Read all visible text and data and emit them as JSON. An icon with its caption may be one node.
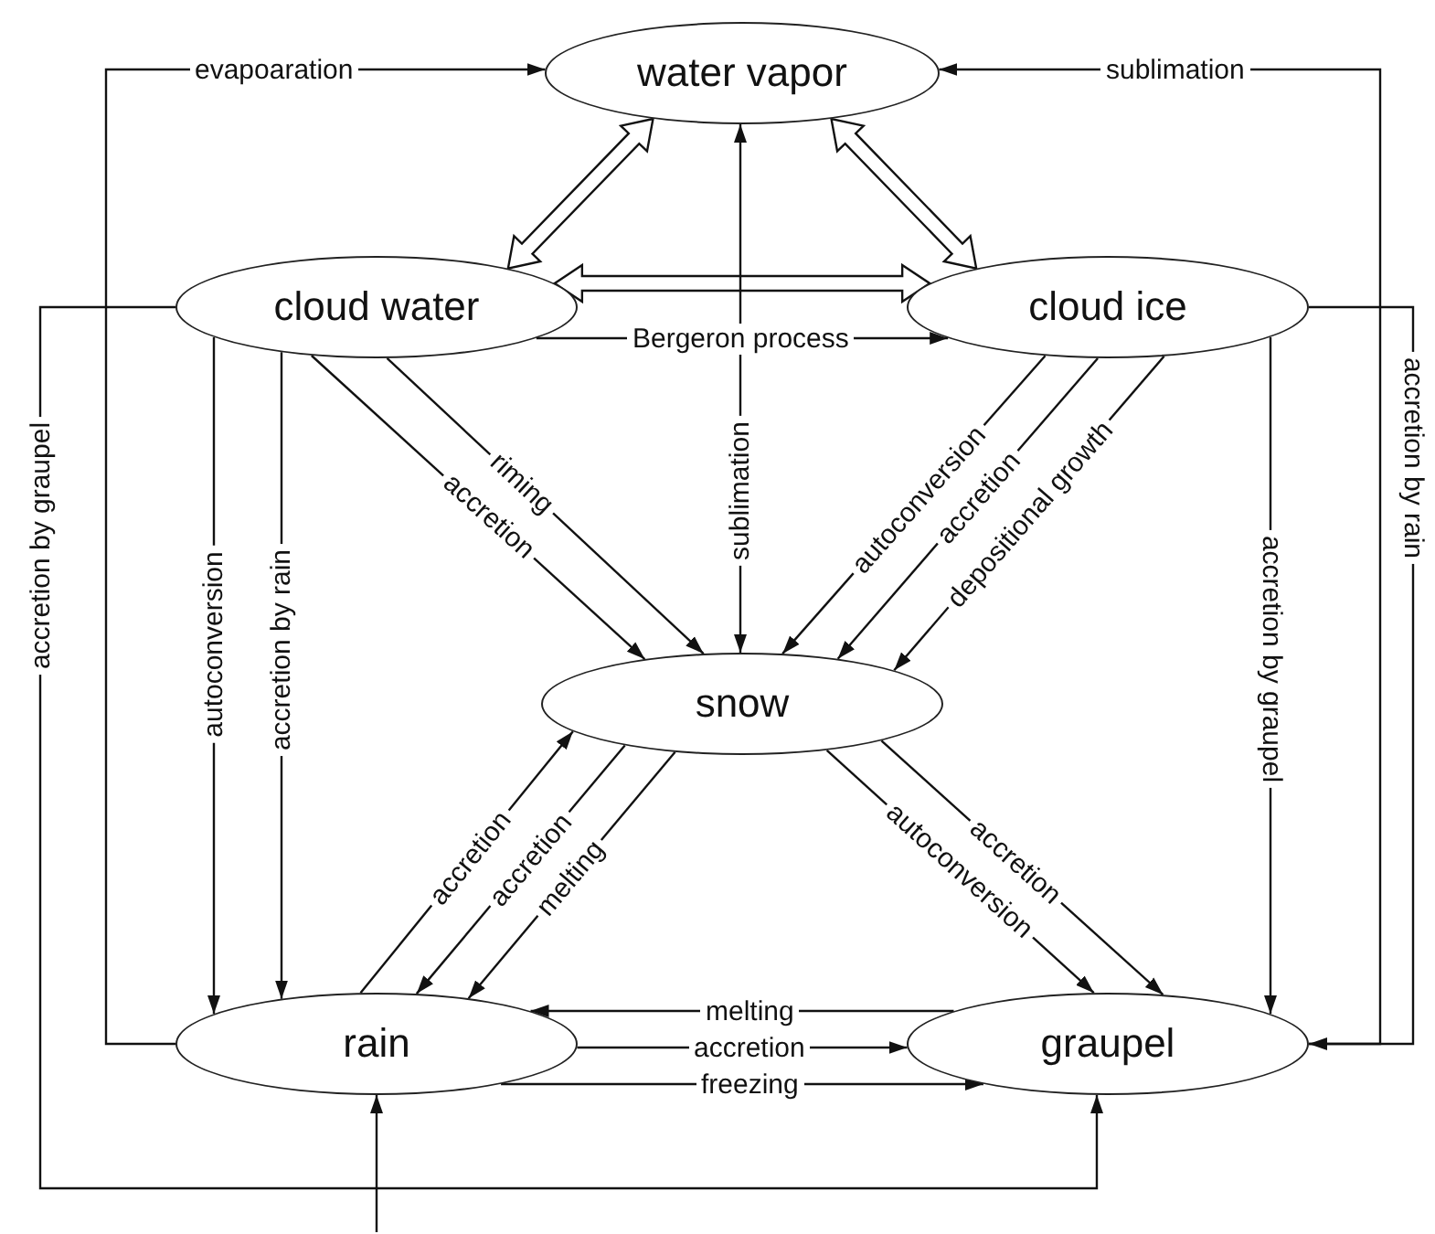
{
  "diagram": {
    "nodes": [
      {
        "text": [
          "water vapor"
        ]
      },
      {
        "text": [
          "cloud water"
        ]
      },
      {
        "text": [
          "cloud ice"
        ]
      },
      {
        "text": [
          "snow"
        ]
      },
      {
        "text": [
          "rain"
        ]
      },
      {
        "text": [
          "graupel"
        ]
      }
    ],
    "edges": [
      {
        "from": 4,
        "to": 0,
        "arrow": "to",
        "label": "evapoaration"
      },
      {
        "from": 5,
        "to": 0,
        "arrow": "to",
        "label": "sublimation"
      },
      {
        "from": 0,
        "to": 1,
        "arrow": "both",
        "style": "thick"
      },
      {
        "from": 0,
        "to": 2,
        "arrow": "both",
        "style": "thick"
      },
      {
        "from": 1,
        "to": 2,
        "arrow": "both",
        "style": "thick"
      },
      {
        "from": 1,
        "to": 2,
        "arrow": "to",
        "label": "Bergeron process"
      },
      {
        "from": 3,
        "to": 0,
        "arrow": "both",
        "label": "sublimation"
      },
      {
        "from": 1,
        "to": 4,
        "arrow": "to",
        "label": "autoconversion"
      },
      {
        "from": 1,
        "to": 4,
        "arrow": "to",
        "label": "accretion by rain"
      },
      {
        "from": 1,
        "to": 3,
        "arrow": "to",
        "label": "accretion"
      },
      {
        "from": 1,
        "to": 3,
        "arrow": "to",
        "label": "riming"
      },
      {
        "from": 2,
        "to": 3,
        "arrow": "to",
        "label": "autoconversion"
      },
      {
        "from": 2,
        "to": 3,
        "arrow": "to",
        "label": "accretion"
      },
      {
        "from": 2,
        "to": 3,
        "arrow": "to",
        "label": "depositional growth"
      },
      {
        "from": 2,
        "to": 5,
        "arrow": "to",
        "label": "accretion by graupel"
      },
      {
        "from": 2,
        "to": 5,
        "arrow": "to",
        "label": "accretion by rain"
      },
      {
        "from": 1,
        "to": 5,
        "arrow": "to",
        "label": "accretion by graupel"
      },
      {
        "from": null,
        "to": 4,
        "arrow": "to"
      },
      {
        "from": 4,
        "to": 3,
        "arrow": "to",
        "label": "accretion"
      },
      {
        "from": 3,
        "to": 4,
        "arrow": "to",
        "label": "accretion"
      },
      {
        "from": 3,
        "to": 4,
        "arrow": "to",
        "label": "melting"
      },
      {
        "from": 3,
        "to": 5,
        "arrow": "to",
        "label": "autoconversion"
      },
      {
        "from": 3,
        "to": 5,
        "arrow": "to",
        "label": "accretion"
      },
      {
        "from": 5,
        "to": 4,
        "arrow": "to",
        "label": "melting"
      },
      {
        "from": 4,
        "to": 5,
        "arrow": "to",
        "label": "accretion"
      },
      {
        "from": 4,
        "to": 5,
        "arrow": "to",
        "label": "freezing"
      }
    ]
  }
}
